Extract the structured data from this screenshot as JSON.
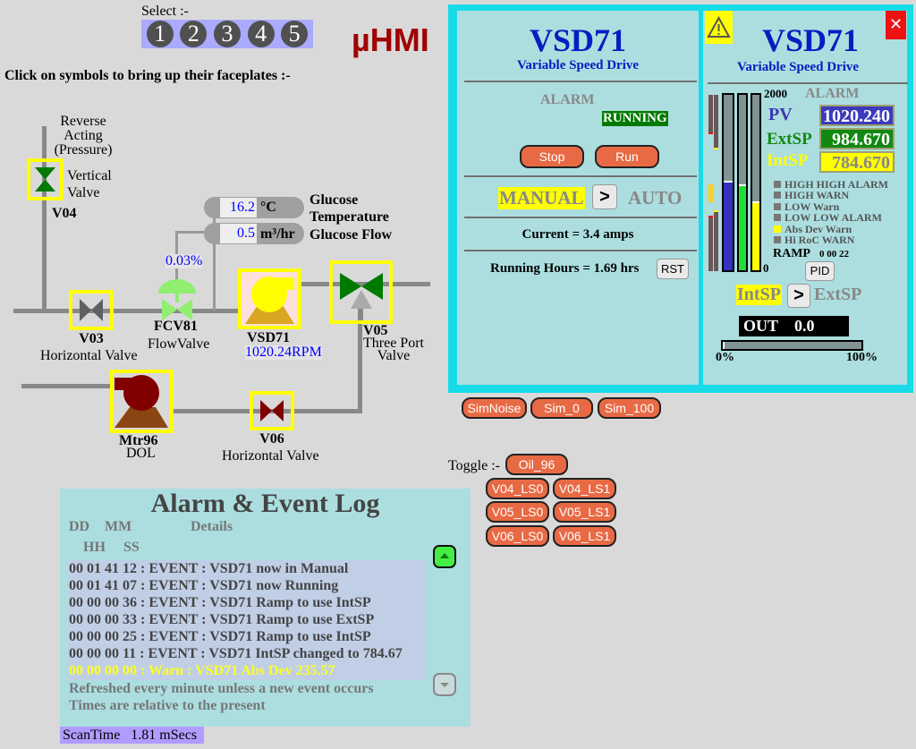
{
  "header": {
    "select_label": "Select :-",
    "select_buttons": [
      "1",
      "2",
      "3",
      "4",
      "5"
    ],
    "app_title": "µHMI",
    "instruction": "Click on symbols to bring up their faceplates :-"
  },
  "diagram": {
    "v04": {
      "tag": "V04",
      "desc_line1": "Vertical",
      "desc_line2": "Valve",
      "note_line1": "Reverse",
      "note_line2": "Acting",
      "note_line3": "(Pressure)",
      "color": "#007a00"
    },
    "v03": {
      "tag": "V03",
      "desc": "Horizontal Valve",
      "color": "#606060"
    },
    "fcv81": {
      "tag": "FCV81",
      "desc": "FlowValve",
      "output": "0.03%",
      "color": "#90ee70"
    },
    "vsd71": {
      "tag": "VSD71",
      "speed": "1020.24RPM",
      "color": "#ffff00"
    },
    "v05": {
      "tag": "V05",
      "desc_line1": "Three Port",
      "desc_line2": "Valve",
      "color": "#007a00"
    },
    "mtr96": {
      "tag": "Mtr96",
      "desc": "DOL",
      "color": "#800000"
    },
    "v06": {
      "tag": "V06",
      "desc": "Horizontal Valve",
      "color": "#800000"
    },
    "glucose_temp": {
      "value": "16.2",
      "unit": "°C",
      "label_line1": "Glucose",
      "label_line2": "Temperature"
    },
    "glucose_flow": {
      "value": "0.5",
      "unit": "m³/hr",
      "label": "Glucose Flow"
    }
  },
  "faceplate": {
    "left": {
      "title": "VSD71",
      "subtitle": "Variable Speed Drive",
      "alarm_label": "ALARM",
      "status": "RUNNING",
      "stop_label": "Stop",
      "run_label": "Run",
      "mode_manual": "MANUAL",
      "mode_toggle": ">",
      "mode_auto": "AUTO",
      "current": "Current = 3.4 amps",
      "running_hours": "Running Hours = 1.69 hrs",
      "reset_label": "RST"
    },
    "right": {
      "title": "VSD71",
      "subtitle": "Variable Speed Drive",
      "warning_icon": "warning-triangle-icon",
      "close_icon": "close-x-icon",
      "scale_max": "2000",
      "scale_min": "0",
      "alarm_label": "ALARM",
      "pv_label": "PV",
      "pv_value": "1020.240",
      "extsp_label": "ExtSP",
      "extsp_value": "984.670",
      "intsp_label": "IntSP",
      "intsp_value": "784.670",
      "bars": {
        "pv_fraction": 0.51,
        "extsp_fraction": 0.492,
        "intsp_fraction": 0.392
      },
      "alarm_limits": {
        "high_high": 0.775,
        "high": 0.692,
        "low_low": 0.315,
        "low": 0.343,
        "dev_band_top": 0.49,
        "dev_band_bottom": 0.39
      },
      "alarms": [
        {
          "label": "HIGH HIGH ALARM",
          "active": false
        },
        {
          "label": "HIGH WARN",
          "active": false
        },
        {
          "label": "LOW Warn",
          "active": false
        },
        {
          "label": "LOW LOW ALARM",
          "active": false
        },
        {
          "label": "Abs Dev Warn",
          "active": true
        },
        {
          "label": "Hi RoC WARN",
          "active": false
        }
      ],
      "ramp_label": "RAMP",
      "ramp_value": "0 00 22",
      "pid_label": "PID",
      "sp_int": "IntSP",
      "sp_toggle": ">",
      "sp_ext": "ExtSP",
      "out_label": "OUT",
      "out_value": "0.0",
      "out_fraction": 0.0,
      "out_min": "0%",
      "out_max": "100%"
    }
  },
  "sim_buttons": [
    "SimNoise",
    "Sim_0",
    "Sim_100"
  ],
  "toggle": {
    "label": "Toggle :-",
    "buttons": [
      "Oil_96",
      "V04_LS0",
      "V04_LS1",
      "V05_LS0",
      "V05_LS1",
      "V06_LS0",
      "V06_LS1"
    ]
  },
  "log": {
    "title": "Alarm & Event Log",
    "col_dd": "DD",
    "col_mm": "MM",
    "col_details": "Details",
    "col_hh": "HH",
    "col_ss": "SS",
    "rows": [
      {
        "text": "00 01 41 12 : EVENT : VSD71 now in Manual",
        "type": "event"
      },
      {
        "text": "00 01 41 07 : EVENT : VSD71 now Running",
        "type": "event"
      },
      {
        "text": "00 00 00 36 : EVENT : VSD71 Ramp to use IntSP",
        "type": "event"
      },
      {
        "text": "00 00 00 33 : EVENT : VSD71 Ramp to use ExtSP",
        "type": "event"
      },
      {
        "text": "00 00 00 25 : EVENT : VSD71 Ramp to use IntSP",
        "type": "event"
      },
      {
        "text": "00 00 00 11 : EVENT : VSD71 IntSP changed to 784.67",
        "type": "event"
      },
      {
        "text": "00 00 00 00 : Warn : VSD71 Abs Dev 235.57",
        "type": "warn"
      }
    ],
    "note1": "Refreshed every minute unless a new event occurs",
    "note2": "Times are relative to the present"
  },
  "scantime": "ScanTime   1.81 mSecs"
}
